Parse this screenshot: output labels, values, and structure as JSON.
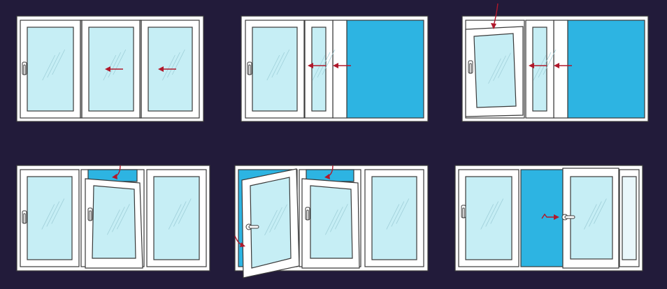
{
  "colors": {
    "background": "#221b3a",
    "frame": "#ffffff",
    "frame_shade": "#e6e9ee",
    "outline": "#3a3a3a",
    "glass": "#c6eef5",
    "opening": "#2db4e2",
    "arrow": "#b0182b"
  },
  "icons": [
    "left-arrow-icon",
    "tilt-arrow-icon",
    "swing-arrow-icon",
    "handle-icon"
  ],
  "panels": [
    {
      "name": "panel-sliding-closed",
      "mode": "slide-closed"
    },
    {
      "name": "panel-sliding-open",
      "mode": "slide-open"
    },
    {
      "name": "panel-sliding-tilt",
      "mode": "slide-tilt"
    },
    {
      "name": "panel-tilt-middle",
      "mode": "tilt-middle"
    },
    {
      "name": "panel-turn-and-tilt",
      "mode": "turn-tilt"
    },
    {
      "name": "panel-slide-out",
      "mode": "slide-out"
    }
  ]
}
